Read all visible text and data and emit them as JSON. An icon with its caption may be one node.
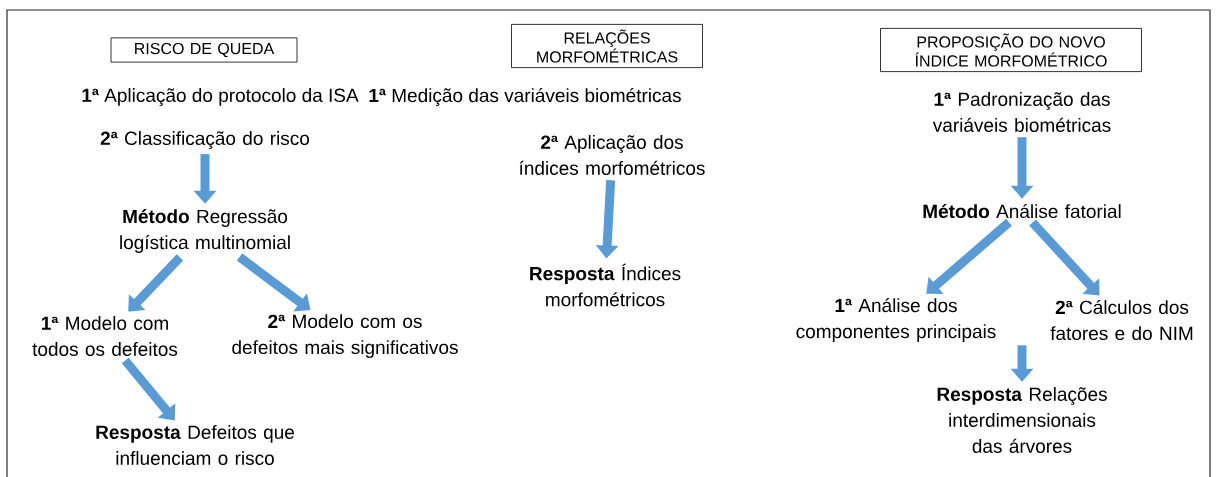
{
  "diagram": {
    "nodes": [
      {
        "text": [
          "RISCO DE QUEDA"
        ]
      },
      {
        "text": [
          "**2ª** Classificação do risco"
        ]
      },
      {
        "text": [
          "**Método** Regressão logística multinomial"
        ]
      },
      {
        "text": [
          "**1ª** Modelo com todos os defeitos"
        ]
      },
      {
        "text": [
          "**2ª** Modelo com os defeitos mais significativos"
        ]
      },
      {
        "text": [
          "**Resposta** Defeitos que influenciam o risco"
        ]
      },
      {
        "text": [
          "RELAÇÕES MORFOMÉTRICAS"
        ]
      },
      {
        "text": [
          "**2ª** Aplicação dos índices morfométricos"
        ]
      },
      {
        "text": [
          "**Resposta** Índices morfométricos"
        ]
      },
      {
        "text": [
          "PROPOSIÇÃO DO NOVO ÍNDICE MORFOMÉTRICO"
        ]
      },
      {
        "text": [
          "**1ª** Padronização das variáveis biométricas"
        ]
      },
      {
        "text": [
          "**Método** Análise fatorial"
        ]
      },
      {
        "text": [
          "**1ª** Análise dos componentes principais"
        ]
      },
      {
        "text": [
          "**2ª** Cálculos dos fatores e do NIM"
        ]
      },
      {
        "text": [
          "**Resposta** Relações interdimensionais das árvores"
        ]
      }
    ],
    "edges": [
      {
        "from": 1,
        "to": 2,
        "arrow": "to"
      },
      {
        "from": 2,
        "to": 3,
        "arrow": "to"
      },
      {
        "from": 2,
        "to": 4,
        "arrow": "to"
      },
      {
        "from": 3,
        "to": 5,
        "arrow": "to"
      },
      {
        "from": 7,
        "to": 8,
        "arrow": "to"
      },
      {
        "from": 10,
        "to": 11,
        "arrow": "to"
      },
      {
        "from": 11,
        "to": 12,
        "arrow": "to"
      },
      {
        "from": 11,
        "to": 13,
        "arrow": "to"
      },
      {
        "from": 13,
        "to": 14,
        "arrow": "to"
      }
    ],
    "labels": [
      "**1ª** Aplicação do protocolo da ISA",
      "**1ª** Medição das variáveis biométricas"
    ]
  }
}
